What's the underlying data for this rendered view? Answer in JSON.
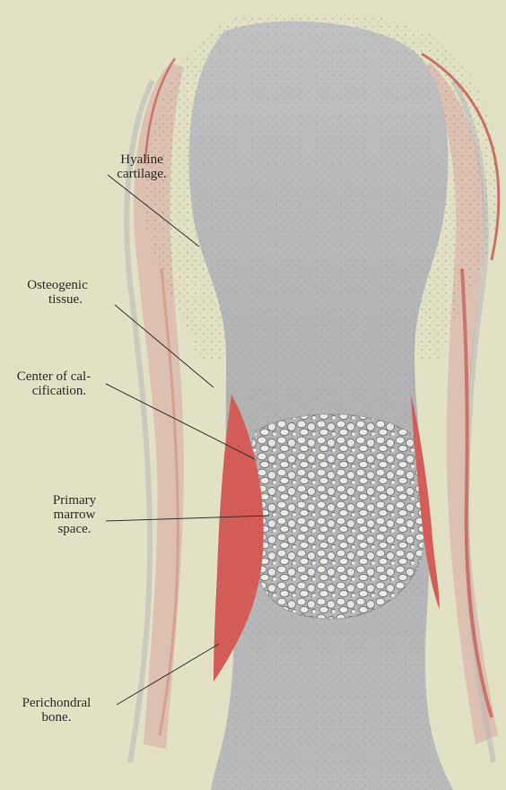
{
  "labels": {
    "hyaline": [
      "Hyaline",
      "cartilage."
    ],
    "osteogenic": [
      "Osteogenic",
      "tissue."
    ],
    "calcification": [
      "Center of cal-",
      "cification."
    ],
    "marrow": [
      "Primary",
      "marrow",
      "space."
    ],
    "perichondral": [
      "Perichondral",
      "bone."
    ]
  },
  "colors": {
    "background": "#e2e1c6",
    "cartilage": "#b6b8b9",
    "bone": "#d4605a",
    "osteogenic": "#dcb8ad"
  }
}
